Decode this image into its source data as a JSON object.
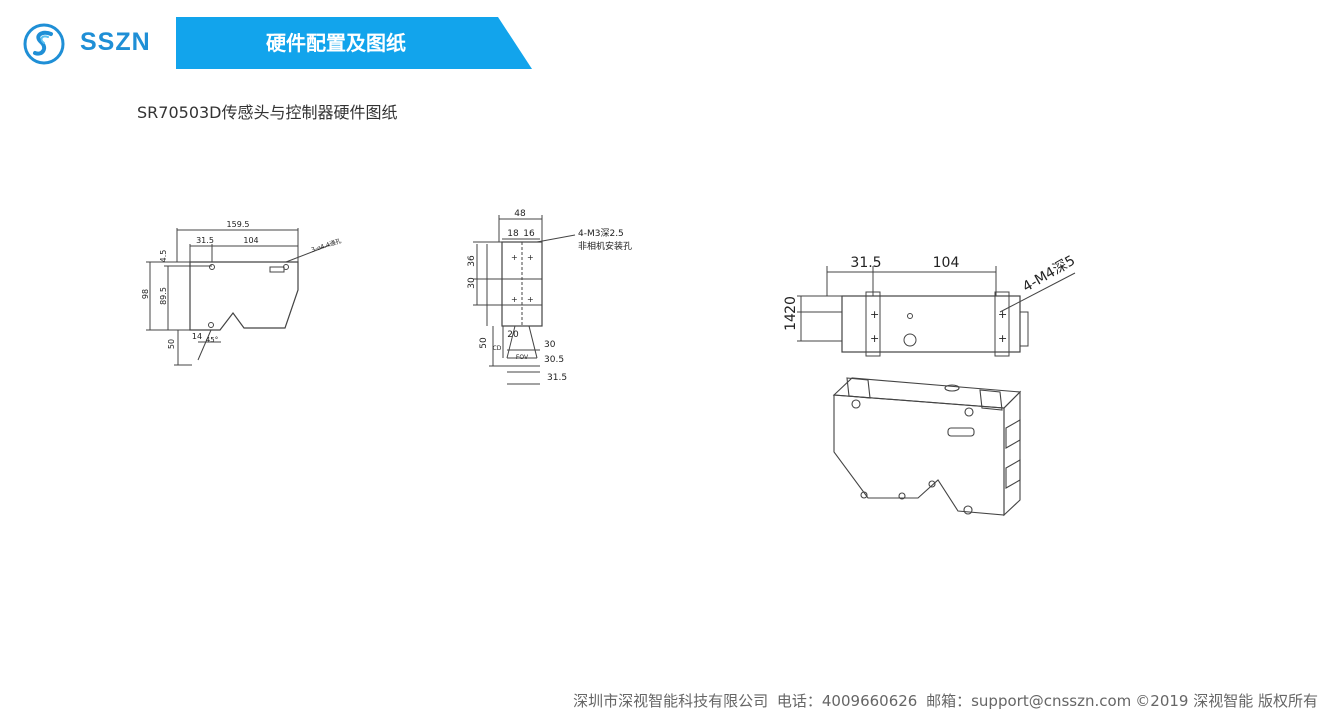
{
  "brand": {
    "name": "SSZN",
    "color": "#1f8fd6"
  },
  "header": {
    "title": "硬件配置及图纸",
    "banner_color": "#12a4ec"
  },
  "page": {
    "subtitle": "SR70503D传感头与控制器硬件图纸"
  },
  "drawing_side": {
    "total_width": "159.5",
    "dim_a": "31.5",
    "dim_b": "104",
    "hole_note": "3-⌀4.4通孔",
    "dim_top": "4.5",
    "dim_height_total": "98",
    "dim_height_body": "89.5",
    "dim_bottom": "50",
    "dim_offset": "14",
    "angle": "45°"
  },
  "drawing_front": {
    "width": "48",
    "dim_18": "18",
    "dim_16": "16",
    "hole_note_line1": "4-M3深2.5",
    "hole_note_line2": "非相机安装孔",
    "dim_36": "36",
    "dim_30": "30",
    "dim_50": "50",
    "dim_20": "20",
    "label_cd": "CD",
    "label_fov": "FOV",
    "fov_30": "30",
    "fov_30_5": "30.5",
    "fov_31_5": "31.5"
  },
  "drawing_top": {
    "dim_a": "31.5",
    "dim_b": "104",
    "hole_note": "4-M4深5",
    "dim_20": "20",
    "dim_14": "14"
  },
  "footer": {
    "company": "深圳市深视智能科技有限公司",
    "phone": "电话：4009660626",
    "email": "邮箱：support@cnsszn.com",
    "copyright": "©2019 深视智能 版权所有"
  }
}
